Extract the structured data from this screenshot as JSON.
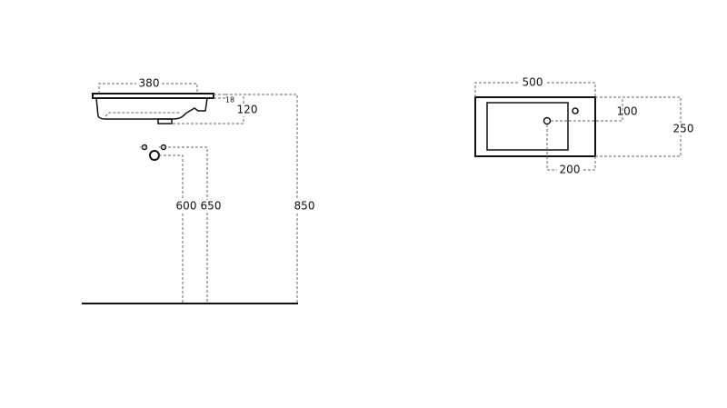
{
  "side_view": {
    "dimensions": {
      "basin_width": "380",
      "rim_thickness": "18",
      "basin_depth": "120",
      "supply_height": "600",
      "waste_height": "650",
      "total_height": "850"
    }
  },
  "top_view": {
    "dimensions": {
      "width": "500",
      "depth": "250",
      "tap_offset": "100",
      "drain_offset": "200"
    }
  }
}
